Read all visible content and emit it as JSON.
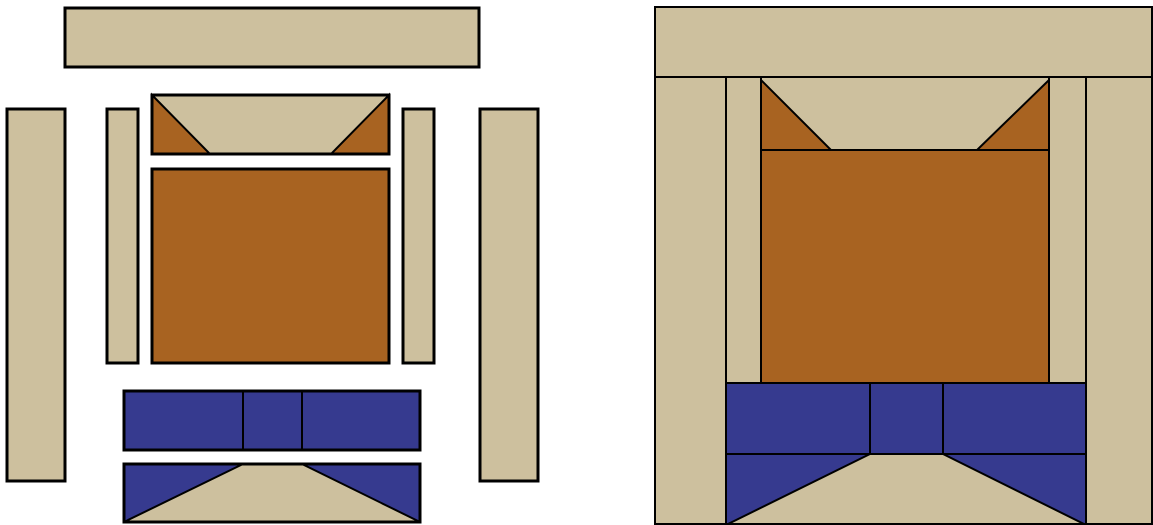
{
  "colors": {
    "tan": "#cdc09e",
    "brown": "#a86321",
    "blue": "#363a8f",
    "outline": "#000000",
    "background": "#ffffff"
  },
  "diagram": {
    "exploded_view": {
      "pieces": [
        "top-border",
        "left-outer-border",
        "left-inner-strip",
        "top-cat-ears-block",
        "cat-head-block",
        "right-inner-strip",
        "right-outer-border",
        "bow-tie-center-block",
        "bow-tie-bottom-block"
      ]
    },
    "assembled_view": {
      "pieces": [
        "top-border",
        "left-border",
        "right-border",
        "cat-head",
        "cat-ears",
        "bow-tie"
      ]
    }
  }
}
